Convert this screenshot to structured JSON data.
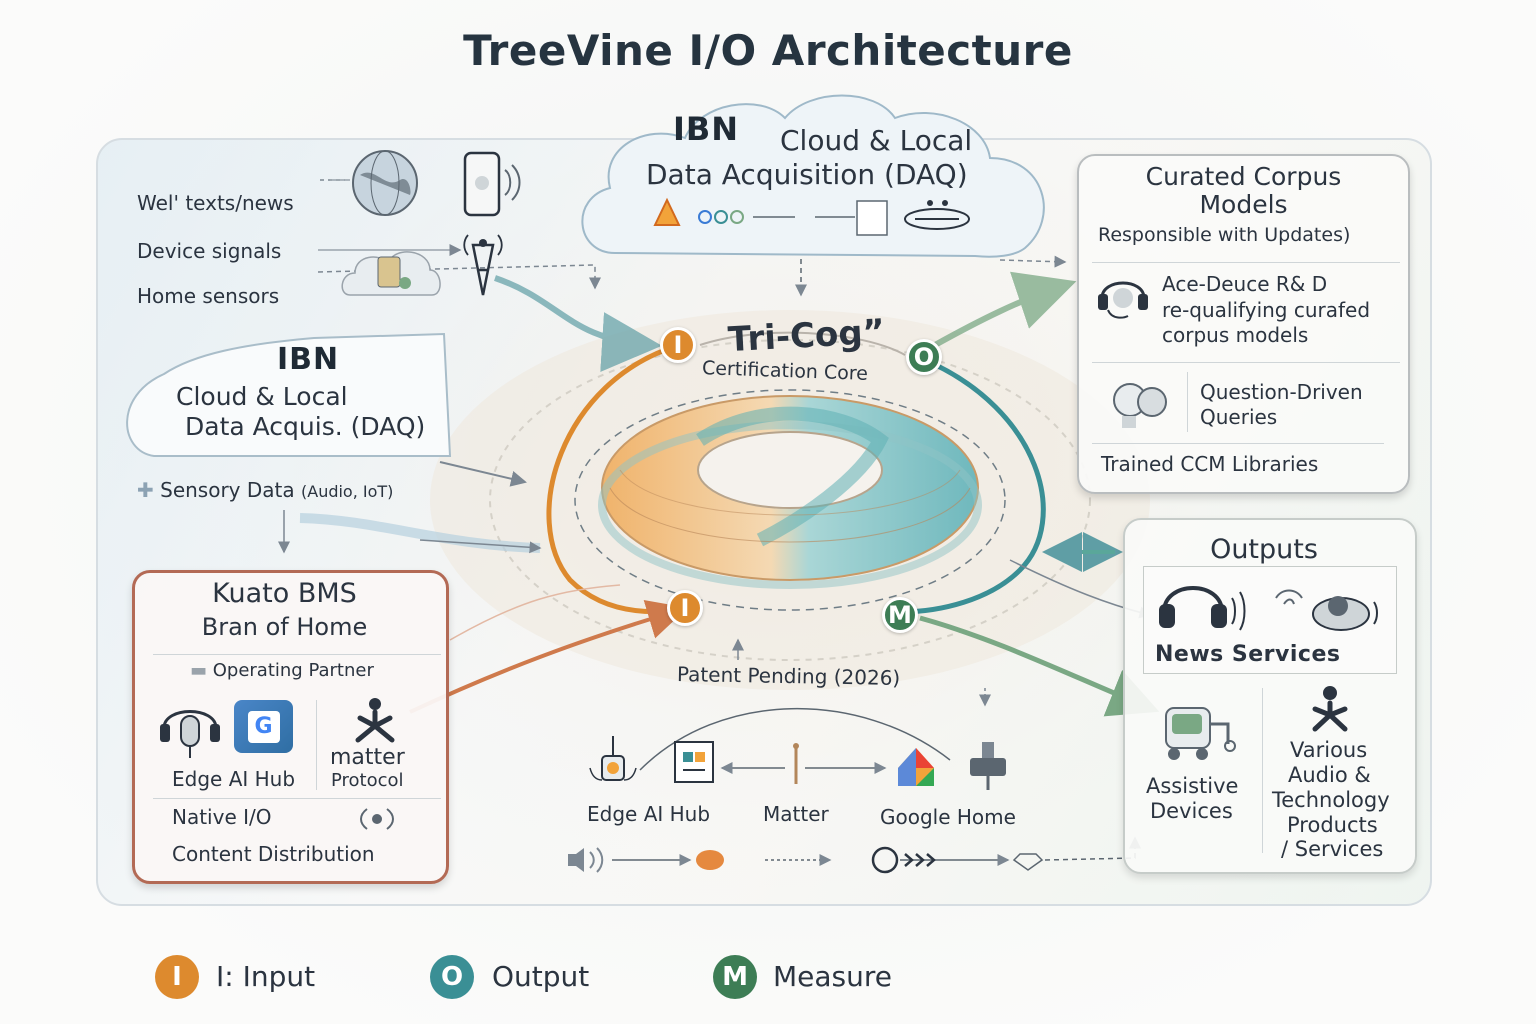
{
  "title": "TreeVine I/O Architecture",
  "colors": {
    "input": "#dd8a2e",
    "output": "#3a8f95",
    "measure": "#3d7d55",
    "kuato_border": "#b36a55"
  },
  "inputs": {
    "web_texts": "Wel' texts/news",
    "device_signals": "Device signals",
    "home_sensors": "Home sensors",
    "sensory_data": "Sensory Data",
    "sensory_data_note": "(Audio, IoT)"
  },
  "daq_cloud_top": {
    "logo": "IBN",
    "line1": "Cloud & Local",
    "line2": "Data Acquisition (DAQ)"
  },
  "daq_cloud_left": {
    "logo": "IBN",
    "line1": "Cloud & Local",
    "line2": "Data Acquis. (DAQ)"
  },
  "core": {
    "name": "Tri-Cog”",
    "subtitle": "Certification Core",
    "patent": "Patent Pending (2026)",
    "badge_input_top": "I",
    "badge_output": "O",
    "badge_input_bottom": "I",
    "badge_measure": "M"
  },
  "corpus": {
    "title1": "Curated Corpus",
    "title2": "Models",
    "subtitle": "Responsible with Updates)",
    "rd1": "Ace-Deuce R& D",
    "rd2": "re-qualifying curafed",
    "rd3": "corpus models",
    "q1": "Question-Driven",
    "q2": "Queries",
    "libraries": "Trained CCM Libraries"
  },
  "kuato": {
    "title": "Kuato BMS",
    "subtitle": "Bran of Home",
    "partner": "Operating Partner",
    "edge_hub": "Edge AI Hub",
    "matter_logo": "matter",
    "matter_protocol": "Protocol",
    "native_io": "Native I/O",
    "content_distribution": "Content Distribution"
  },
  "home_devices": {
    "edge_hub": "Edge AI Hub",
    "matter": "Matter",
    "google_home": "Google Home"
  },
  "outputs": {
    "title": "Outputs",
    "news": "News Services",
    "assistive1": "Assistive",
    "assistive2": "Devices",
    "various1": "Various",
    "various2": "Audio &",
    "various3": "Technology",
    "various4": "Products",
    "various5": "/ Services"
  },
  "legend": [
    {
      "key": "I",
      "label": "I: Input"
    },
    {
      "key": "O",
      "label": "Output"
    },
    {
      "key": "M",
      "label": "Measure"
    }
  ],
  "icons": [
    "globe-icon",
    "smartphone-icon",
    "signal-tower-icon",
    "cloud-device-icon",
    "sensory-icon",
    "headset-icon",
    "people-icon",
    "microphone-icon",
    "google-home-icon",
    "matter-icon",
    "speaker-icon",
    "headphones-icon",
    "robot-icon",
    "assistive-robot-icon",
    "hub-icon",
    "camera-icon"
  ]
}
